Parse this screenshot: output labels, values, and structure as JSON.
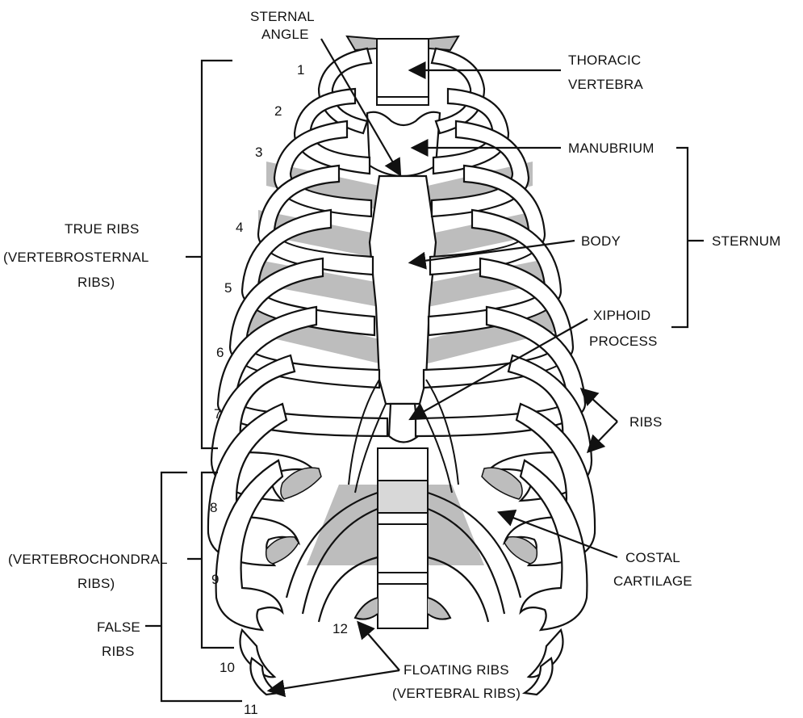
{
  "labels": {
    "sternal_angle": [
      "STERNAL",
      "ANGLE"
    ],
    "thoracic_vertebra": [
      "THORACIC",
      "VERTEBRA"
    ],
    "manubrium": "MANUBRIUM",
    "sternum": "STERNUM",
    "body": "BODY",
    "xiphoid_process": [
      "XIPHOID",
      "PROCESS"
    ],
    "ribs": "RIBS",
    "costal_cartilage": [
      "COSTAL",
      "CARTILAGE"
    ],
    "floating_ribs": [
      "FLOATING RIBS",
      "(VERTEBRAL RIBS)"
    ],
    "true_ribs": [
      "TRUE RIBS",
      "(VERTEBROSTERNAL",
      "RIBS)"
    ],
    "vertebrochondral_ribs": [
      "(VERTEBROCHONDRAL",
      "RIBS)"
    ],
    "false_ribs": [
      "FALSE",
      "RIBS"
    ]
  },
  "rib_numbers": [
    "1",
    "2",
    "3",
    "4",
    "5",
    "6",
    "7",
    "8",
    "9",
    "10",
    "11",
    "12"
  ],
  "colors": {
    "line": "#111111",
    "bone_fill": "#ffffff",
    "cartilage_fill": "#bdbdbd",
    "background": "#ffffff"
  }
}
